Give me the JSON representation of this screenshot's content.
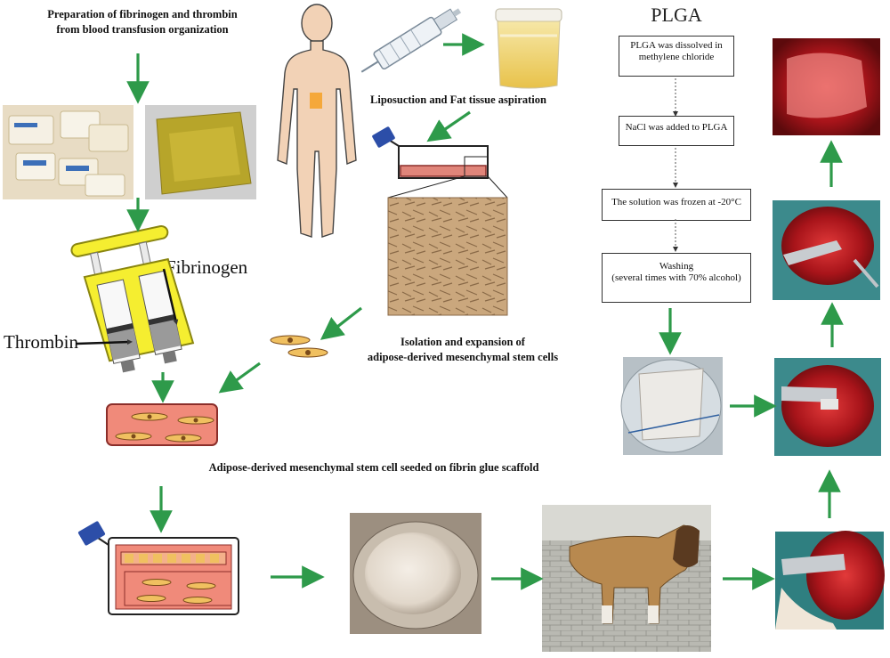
{
  "captions": {
    "fibrinogen_prep_line1": "Preparation of fibrinogen and thrombin",
    "fibrinogen_prep_line2": "from blood transfusion organization",
    "liposuction": "Liposuction and Fat tissue aspiration",
    "isolation_line1": "Isolation and expansion of",
    "isolation_line2": "adipose-derived mesenchymal stem cells",
    "seeded": "Adipose-derived mesenchymal stem cell seeded on fibrin glue scaffold"
  },
  "labels": {
    "fibrinogen": "Fibrinogen",
    "thrombin": "Thrombin"
  },
  "plga": {
    "title": "PLGA",
    "steps": [
      {
        "line1": "PLGA was dissolved in",
        "line2": "methylene chloride"
      },
      {
        "line1": "NaCl was added to PLGA",
        "line2": ""
      },
      {
        "line1": "The solution was frozen at -20°C",
        "line2": ""
      },
      {
        "line1": "Washing",
        "line2": "(several times with 70% alcohol)"
      }
    ]
  },
  "colors": {
    "arrow": "#2e9a4a",
    "skin": "#f2d2b6",
    "dish": "#f08a7a",
    "cell": "#f0c060",
    "syringe_yellow": "#f5ee30"
  }
}
